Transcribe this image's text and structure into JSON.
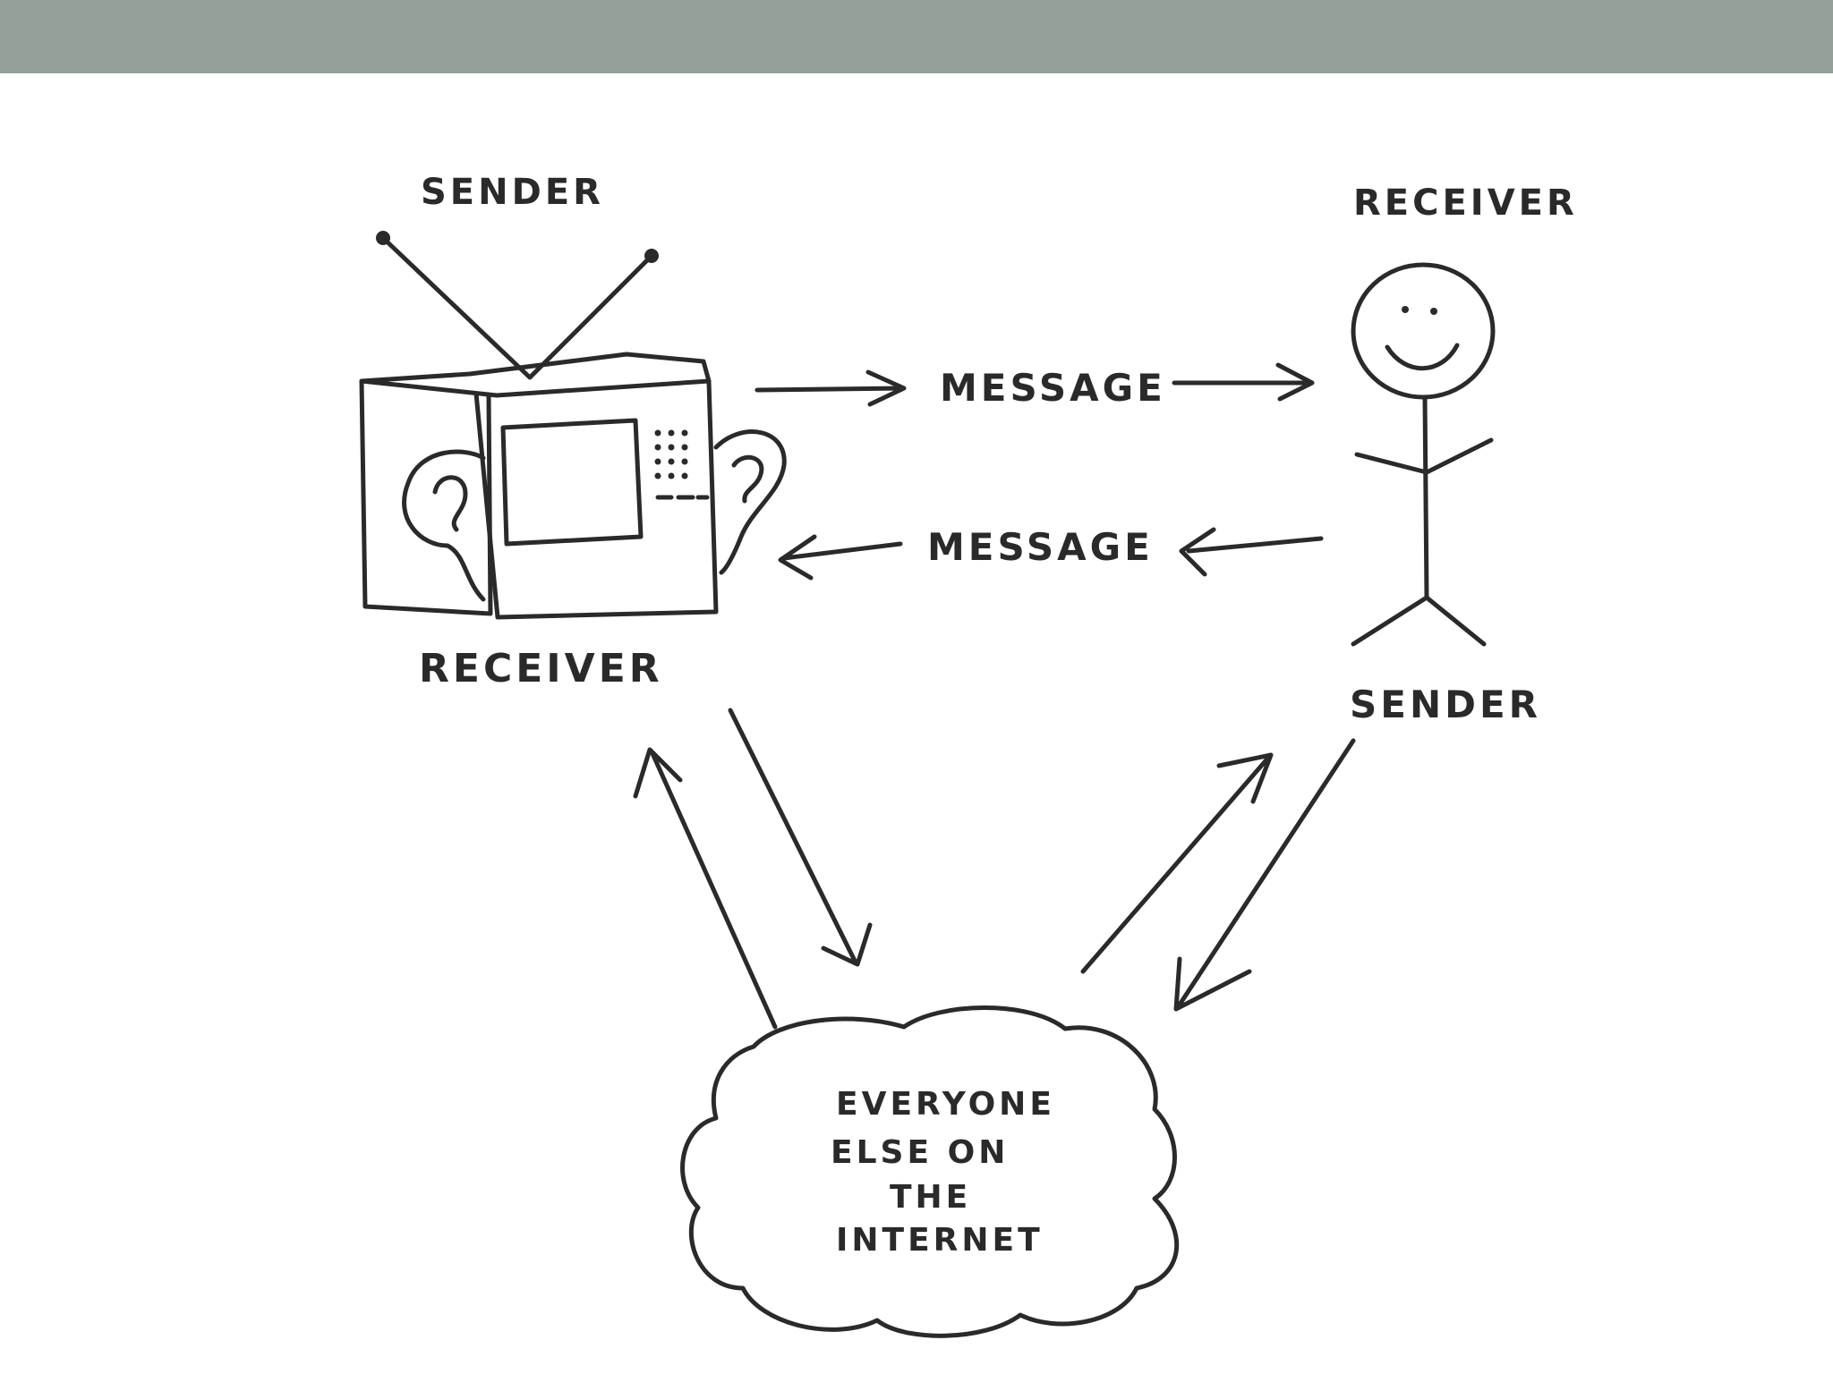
{
  "header": {
    "bar_color": "#95a09b"
  },
  "diagram": {
    "tv_top_label": "SENDER",
    "tv_bottom_label": "RECEIVER",
    "person_top_label": "RECEIVER",
    "person_bottom_label": "SENDER",
    "message_forward": "MESSAGE",
    "message_back": "MESSAGE",
    "cloud_lines": [
      "EVERYONE",
      "ELSE ON",
      "THE",
      "INTERNET"
    ]
  },
  "icons": {
    "tv": "television-with-ears-icon",
    "person": "stick-figure-icon",
    "cloud": "cloud-icon"
  },
  "colors": {
    "ink": "#2a2a2a",
    "background": "#ffffff"
  }
}
